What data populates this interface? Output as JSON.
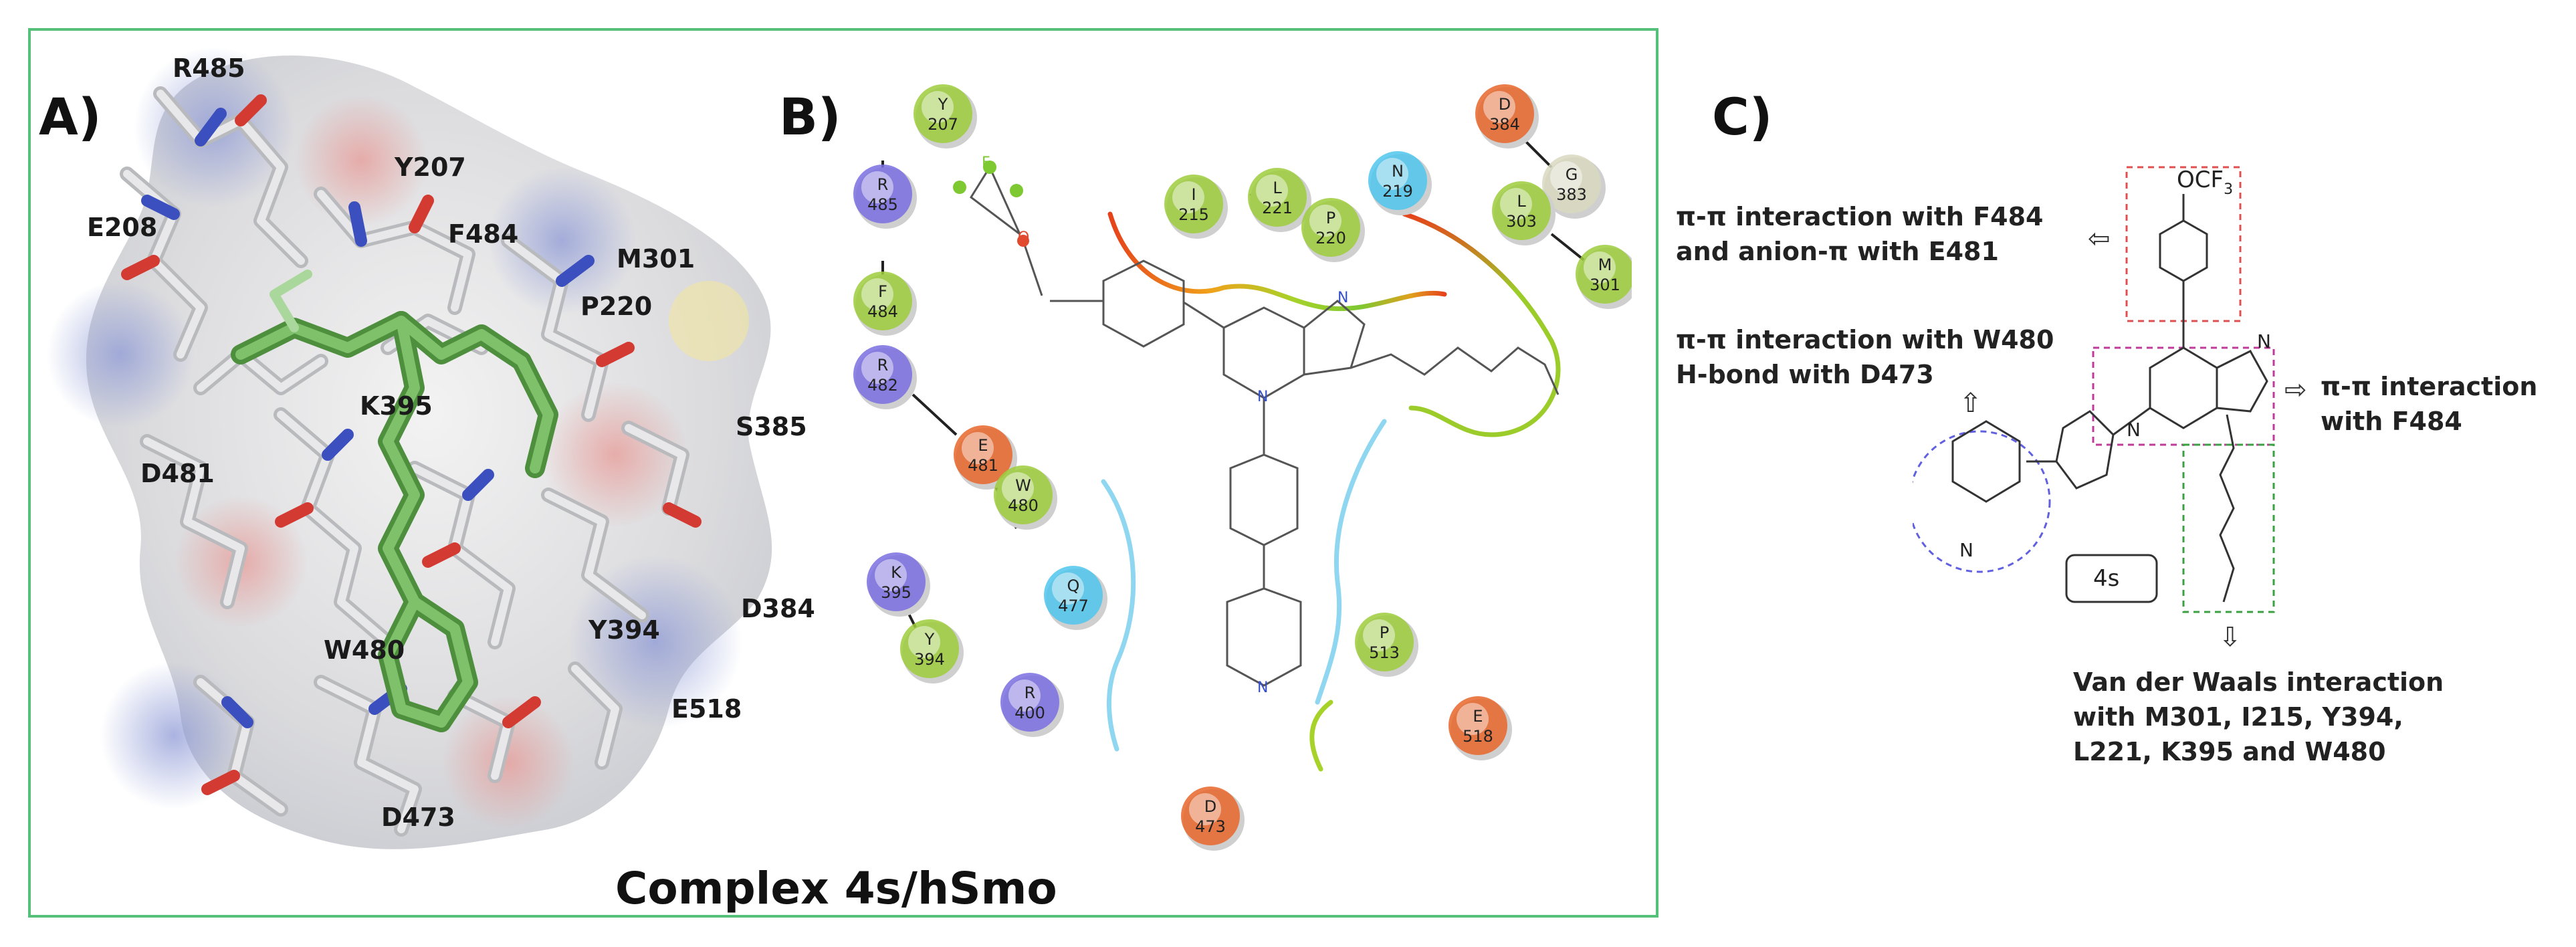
{
  "panels": {
    "a": "A)",
    "b": "B)",
    "c": "C)"
  },
  "caption": "Complex 4s/hSmo",
  "panel_a": {
    "residues": [
      "R485",
      "Y207",
      "E208",
      "F484",
      "M301",
      "P220",
      "K395",
      "S385",
      "D481",
      "D384",
      "Y394",
      "W480",
      "E518",
      "D473"
    ]
  },
  "panel_b": {
    "residues": [
      {
        "aa": "Y",
        "num": "207",
        "color": "#9ccc3c"
      },
      {
        "aa": "R",
        "num": "485",
        "color": "#7a6fe0"
      },
      {
        "aa": "F",
        "num": "484",
        "color": "#9ccc3c"
      },
      {
        "aa": "R",
        "num": "482",
        "color": "#7a6fe0"
      },
      {
        "aa": "E",
        "num": "481",
        "color": "#e8662a"
      },
      {
        "aa": "W",
        "num": "480",
        "color": "#9ccc3c"
      },
      {
        "aa": "Q",
        "num": "477",
        "color": "#4fc6ec"
      },
      {
        "aa": "K",
        "num": "395",
        "color": "#7a6fe0"
      },
      {
        "aa": "Y",
        "num": "394",
        "color": "#9ccc3c"
      },
      {
        "aa": "R",
        "num": "400",
        "color": "#7a6fe0"
      },
      {
        "aa": "I",
        "num": "215",
        "color": "#9ccc3c"
      },
      {
        "aa": "L",
        "num": "221",
        "color": "#9ccc3c"
      },
      {
        "aa": "P",
        "num": "220",
        "color": "#9ccc3c"
      },
      {
        "aa": "N",
        "num": "219",
        "color": "#4fc6ec"
      },
      {
        "aa": "D",
        "num": "384",
        "color": "#e8662a"
      },
      {
        "aa": "G",
        "num": "383",
        "color": "#d8d8c0"
      },
      {
        "aa": "L",
        "num": "303",
        "color": "#9ccc3c"
      },
      {
        "aa": "M",
        "num": "301",
        "color": "#9ccc3c"
      },
      {
        "aa": "P",
        "num": "513",
        "color": "#9ccc3c"
      },
      {
        "aa": "E",
        "num": "518",
        "color": "#e8662a"
      },
      {
        "aa": "D",
        "num": "473",
        "color": "#e8662a"
      }
    ],
    "atoms": {
      "f": "F",
      "o": "O",
      "n": "N"
    }
  },
  "panel_c": {
    "substituent": "OCF",
    "substituent_sub": "3",
    "compound": "4s",
    "atom_n": "N",
    "notes": {
      "pi_f484_anion_1": "π-π interaction with F484",
      "pi_f484_anion_2": "and anion-π with E481",
      "pi_w480_1": "π-π interaction with W480",
      "pi_w480_2": "H-bond with D473",
      "pi_right_1": "π-π interaction",
      "pi_right_2": "with F484",
      "vdw_1": "Van der Waals interaction",
      "vdw_2": "with M301, I215, Y394,",
      "vdw_3": "L221, K395 and W480"
    }
  }
}
